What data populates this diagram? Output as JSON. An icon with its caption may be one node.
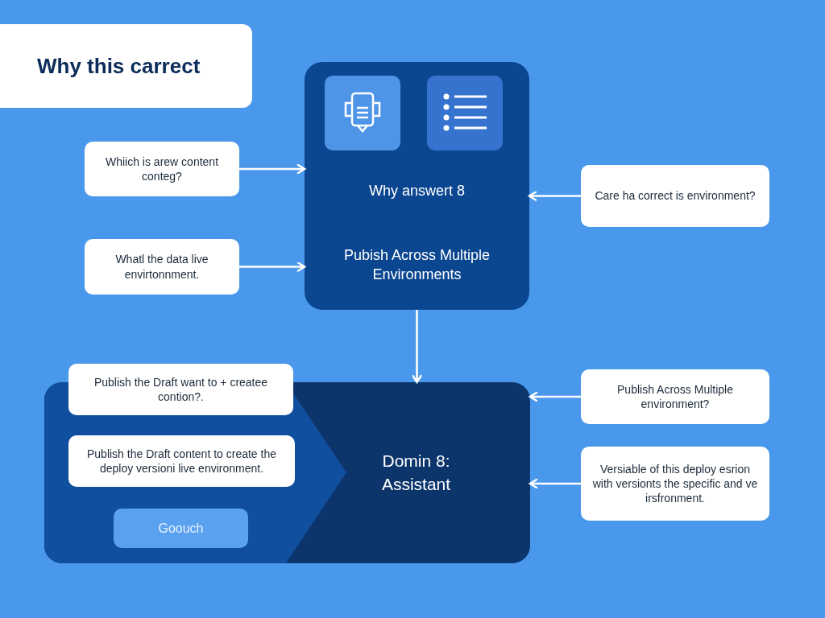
{
  "diagram": {
    "title": "Why this carrect",
    "nodes": [
      {
        "text": [
          "Whiich is arew content conteg?"
        ]
      },
      {
        "text": [
          "Whatl the data live envirtonnment."
        ]
      },
      {
        "text": [
          "Why answert 8",
          "Pubish Across Multiple Environments"
        ]
      },
      {
        "text": [
          "Care ha correct is environment?"
        ]
      },
      {
        "text": [
          "Domin 8: Assistant"
        ]
      },
      {
        "text": [
          "Publish the Draft want to + createe contion?."
        ]
      },
      {
        "text": [
          "Publish the Draft content to create the deploy versioni live environment."
        ],
        "in": 4
      },
      {
        "text": [
          "Goouch"
        ],
        "in": 4
      },
      {
        "text": [
          "Publish Across Multiple environment?"
        ]
      },
      {
        "text": [
          "Versiable of this deploy esrion with versionts the specific and ve irsfronment."
        ]
      }
    ],
    "edges": [
      {
        "from": 0,
        "to": 2,
        "arrow": "to"
      },
      {
        "from": 1,
        "to": 2,
        "arrow": "to"
      },
      {
        "from": 3,
        "to": 2,
        "arrow": "to"
      },
      {
        "from": 2,
        "to": 4,
        "arrow": "to"
      },
      {
        "from": 8,
        "to": 4,
        "arrow": "to"
      },
      {
        "from": 9,
        "to": 4,
        "arrow": "to"
      }
    ]
  }
}
